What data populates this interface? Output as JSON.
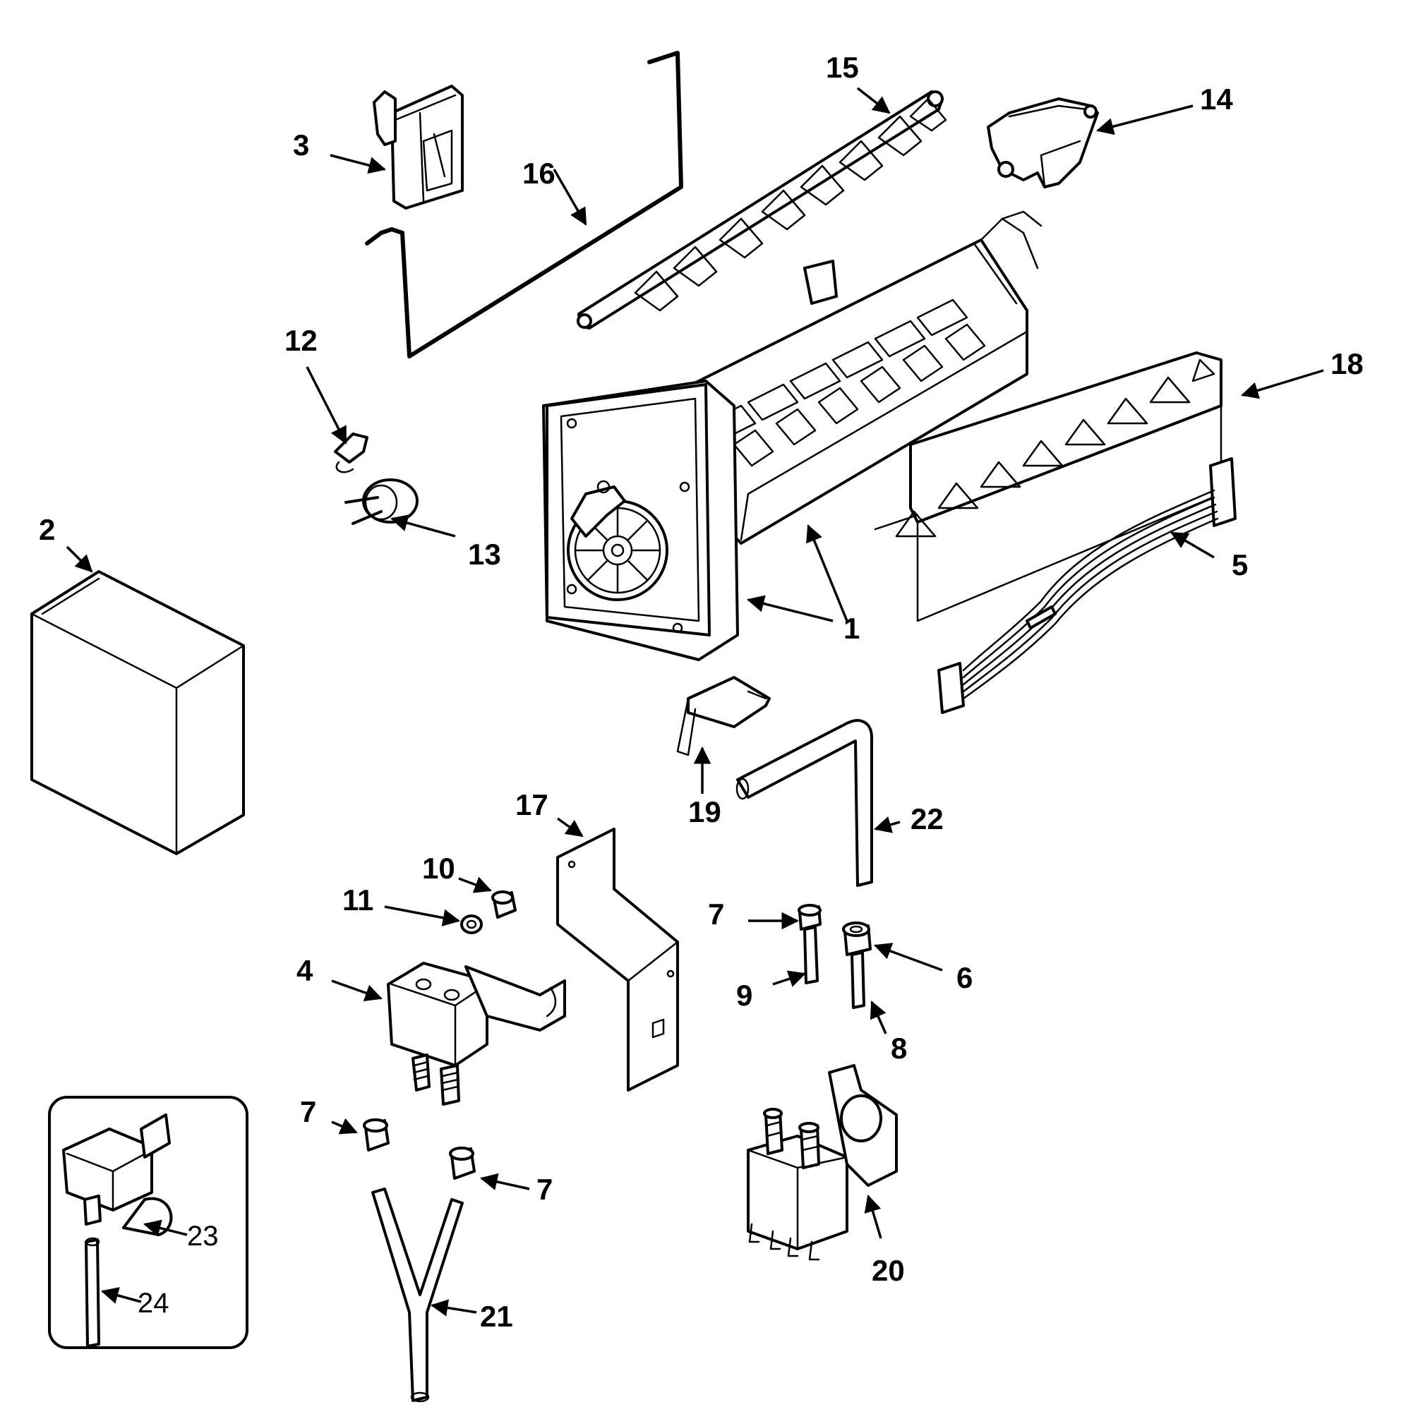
{
  "diagram": {
    "labels": {
      "l1": "1",
      "l2": "2",
      "l3": "3",
      "l4": "4",
      "l5": "5",
      "l6": "6",
      "l7a": "7",
      "l7b": "7",
      "l7c": "7",
      "l8": "8",
      "l9": "9",
      "l10": "10",
      "l11": "11",
      "l12": "12",
      "l13": "13",
      "l14": "14",
      "l15": "15",
      "l16": "16",
      "l17": "17",
      "l18": "18",
      "l19": "19",
      "l20": "20",
      "l21": "21",
      "l22": "22",
      "l23": "23",
      "l24": "24"
    }
  }
}
